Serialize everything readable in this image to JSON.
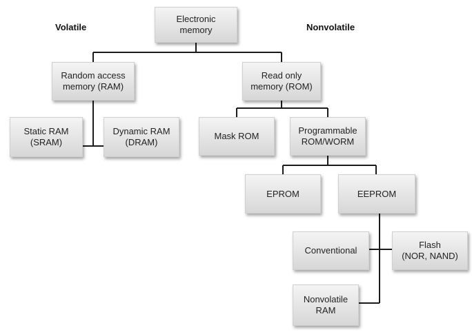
{
  "headings": {
    "volatile": "Volatile",
    "nonvolatile": "Nonvolatile"
  },
  "nodes": {
    "electronic_memory": "Electronic\nmemory",
    "ram": "Random access\nmemory (RAM)",
    "rom": "Read only\nmemory (ROM)",
    "sram": "Static RAM\n(SRAM)",
    "dram": "Dynamic RAM\n(DRAM)",
    "mask_rom": "Mask ROM",
    "programmable_rom": "Programmable\nROM/WORM",
    "eprom": "EPROM",
    "eeprom": "EEPROM",
    "conventional": "Conventional",
    "flash": "Flash\n(NOR, NAND)",
    "nvram": "Nonvolatile\nRAM"
  },
  "colors": {
    "box_top": "#f4f4f4",
    "box_bottom": "#d7d7d7",
    "line": "#1a1a1a"
  }
}
